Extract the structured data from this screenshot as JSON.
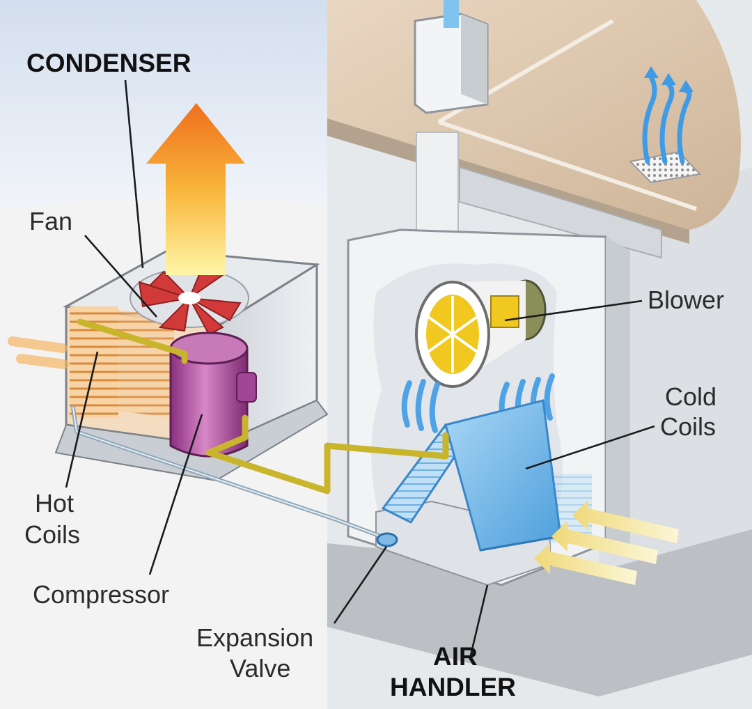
{
  "labels": {
    "condenser": "CONDENSER",
    "fan": "Fan",
    "hot_coils": [
      "Hot",
      "Coils"
    ],
    "compressor": "Compressor",
    "expansion_valve": [
      "Expansion",
      "Valve"
    ],
    "air_handler": [
      "AIR",
      "HANDLER"
    ],
    "blower": "Blower",
    "cold_coils": [
      "Cold",
      "Coils"
    ]
  },
  "colors": {
    "sky": "#dfe7f2",
    "hot_air": "#f08a1c",
    "cold_air": "#3f9be6",
    "return_air": "#f3e7a2",
    "refrigerant_line": "#c9b52c",
    "compressor": "#b04aa0",
    "fan": "#d23a3a",
    "cold_coil": "#7fbde8",
    "hot_coil": "#e4954a",
    "blower_wheel": "#f0c820"
  }
}
